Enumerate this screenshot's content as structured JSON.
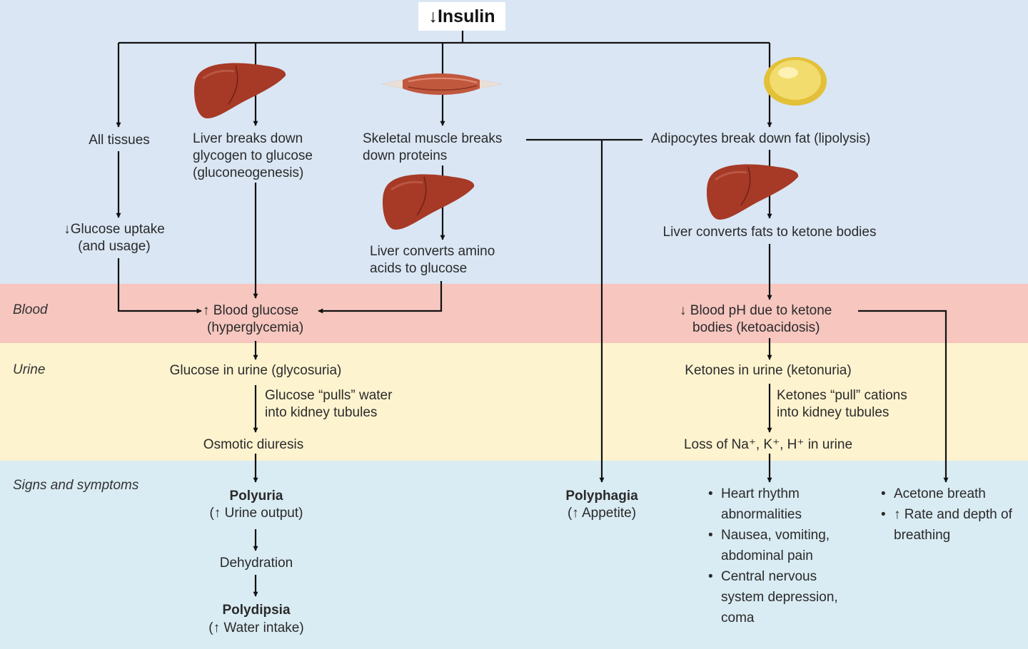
{
  "title": "↓Insulin",
  "zones": {
    "blood": "Blood",
    "urine": "Urine",
    "signs": "Signs and symptoms"
  },
  "nodes": {
    "all_tissues": "All tissues",
    "liver_glycogen": [
      "Liver breaks down",
      "glycogen to glucose",
      "(gluconeogenesis)"
    ],
    "muscle_proteins": [
      "Skeletal muscle breaks",
      "down proteins"
    ],
    "adipocytes": "Adipocytes break down fat (lipolysis)",
    "glucose_uptake": [
      "↓Glucose uptake",
      "(and usage)"
    ],
    "liver_amino": [
      "Liver converts amino",
      "acids to glucose"
    ],
    "liver_ketone": "Liver converts fats to ketone bodies",
    "blood_glucose": [
      "↑ Blood glucose",
      "(hyperglycemia)"
    ],
    "blood_ph": [
      "↓ Blood pH due to ketone",
      "bodies (ketoacidosis)"
    ],
    "glycosuria": "Glucose in urine (glycosuria)",
    "glucose_pulls": [
      "Glucose “pulls” water",
      "into kidney tubules"
    ],
    "osmotic": "Osmotic diuresis",
    "ketonuria": "Ketones in urine (ketonuria)",
    "ketones_pull": [
      "Ketones “pull” cations",
      "into kidney tubules"
    ],
    "ion_loss": "Loss of Na⁺, K⁺, H⁺ in urine",
    "polyuria": "Polyuria",
    "polyuria_sub": "(↑ Urine output)",
    "dehydration": "Dehydration",
    "polydipsia": "Polydipsia",
    "polydipsia_sub": "(↑ Water intake)",
    "polyphagia": "Polyphagia",
    "polyphagia_sub": "(↑ Appetite)",
    "ketoacidosis_signs": [
      "Heart rhythm abnormalities",
      "Nausea, vomiting, abdominal pain",
      "Central nervous system depression, coma"
    ],
    "breath_signs": [
      "Acetone breath",
      "↑ Rate and depth of breathing"
    ]
  },
  "colors": {
    "tissue_band": "#dae6f4",
    "blood_band": "#f6c6bf",
    "urine_band": "#fdf3cf",
    "signs_band": "#d9ebf3",
    "liver": "#a63a26",
    "muscle": "#c0583e",
    "fat_cell": "#e3c038"
  }
}
